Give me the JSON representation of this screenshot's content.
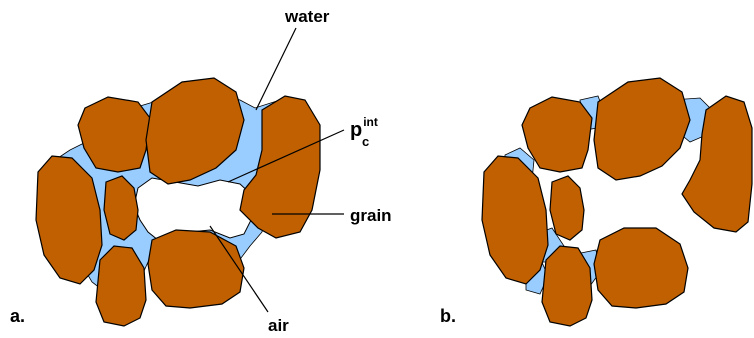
{
  "colors": {
    "grain": "#C06000",
    "water": "#99CCFF",
    "outline": "#000000",
    "background": "#FFFFFF"
  },
  "labels": {
    "water": "water",
    "p": "p",
    "p_superscript": "int",
    "p_subscript": "c",
    "grain": "grain",
    "air": "air",
    "panel_a": "a.",
    "panel_b": "b."
  }
}
